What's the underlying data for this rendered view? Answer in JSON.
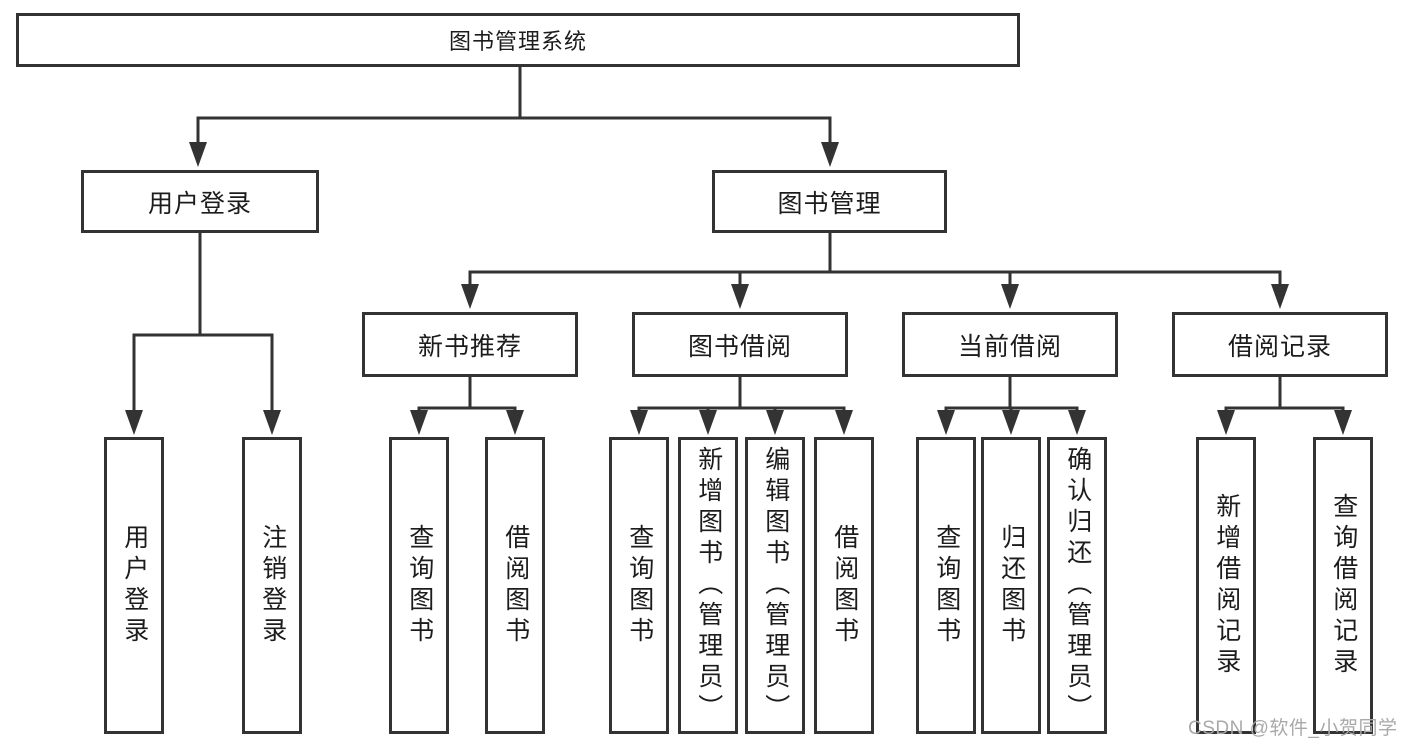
{
  "diagram": {
    "root": {
      "label": "图书管理系统"
    },
    "user_login": {
      "label": "用户登录",
      "children": {
        "login": {
          "label": "用户登录"
        },
        "logout": {
          "label": "注销登录"
        }
      }
    },
    "book_mgmt": {
      "label": "图书管理",
      "children": {
        "new_book": {
          "label": "新书推荐",
          "children": {
            "query_books": {
              "label": "查询图书"
            },
            "borrow_books": {
              "label": "借阅图书"
            }
          }
        },
        "book_borrow": {
          "label": "图书借阅",
          "children": {
            "query_books": {
              "label": "查询图书"
            },
            "add_books": {
              "label": "新增图书（管理员）"
            },
            "edit_books": {
              "label": "编辑图书（管理员）"
            },
            "borrow_books": {
              "label": "借阅图书"
            }
          }
        },
        "current_borrow": {
          "label": "当前借阅",
          "children": {
            "query_books": {
              "label": "查询图书"
            },
            "return_books": {
              "label": "归还图书"
            },
            "confirm_return": {
              "label": "确认归还（管理员）"
            }
          }
        },
        "borrow_records": {
          "label": "借阅记录",
          "children": {
            "add_record": {
              "label": "新增借阅记录"
            },
            "query_record": {
              "label": "查询借阅记录"
            }
          }
        }
      }
    }
  },
  "watermark": {
    "text": "CSDN @软件_小贺同学"
  },
  "colors": {
    "line": "#333333",
    "box_background": "#ffffff",
    "text": "#1c1c1c",
    "watermark": "#a9a9a9"
  }
}
